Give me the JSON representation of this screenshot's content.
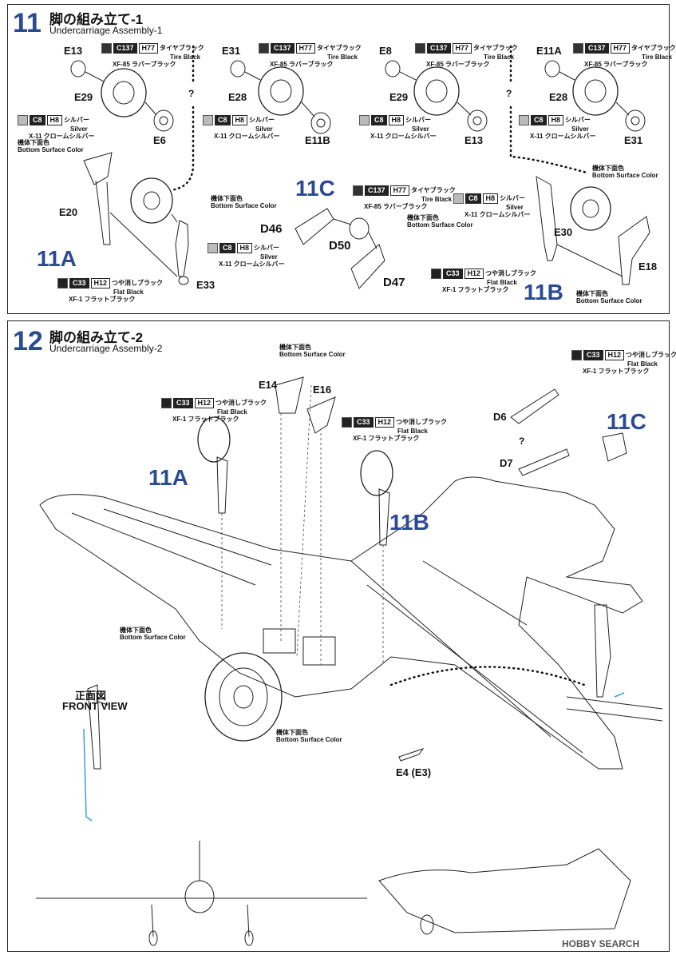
{
  "colors": {
    "accent": "#2b4a94",
    "tire_black": "#333333",
    "silver": "#bbbbbb",
    "flat_black": "#222222"
  },
  "step11": {
    "number": "11",
    "title": "脚の組み立て-1",
    "subtitle": "Undercarriage Assembly-1"
  },
  "step12": {
    "number": "12",
    "title": "脚の組み立て-2",
    "subtitle": "Undercarriage Assembly-2"
  },
  "paints": {
    "c137": {
      "code": "C137",
      "h": "H77",
      "jp": "タイヤブラック",
      "en": "Tire Black",
      "xf": "XF-85 ラバーブラック"
    },
    "c8": {
      "code": "C8",
      "h": "H8",
      "jp": "シルバー",
      "en": "Silver",
      "xf": "X-11 クロームシルバー"
    },
    "c33": {
      "code": "C33",
      "h": "H12",
      "jp": "つや消しブラック",
      "en": "Flat Black",
      "xf": "XF-1 フラットブラック"
    }
  },
  "bottom_color": {
    "jp": "機体下面色",
    "en": "Bottom Surface Color"
  },
  "parts": {
    "e13": "E13",
    "e29": "E29",
    "e6": "E6",
    "e31": "E31",
    "e28": "E28",
    "e11b": "E11B",
    "e8": "E8",
    "e11a": "E11A",
    "e20": "E20",
    "e33": "E33",
    "d46": "D46",
    "d50": "D50",
    "d47": "D47",
    "e30": "E30",
    "e18": "E18",
    "e14": "E14",
    "e16": "E16",
    "d6": "D6",
    "d7": "D7",
    "e4": "E4 (E3)"
  },
  "sub": {
    "a": "11A",
    "b": "11B",
    "c": "11C"
  },
  "question": "?",
  "front_view": {
    "jp": "正面図",
    "en": "FRONT VIEW"
  },
  "watermark": "HOBBY SEARCH"
}
